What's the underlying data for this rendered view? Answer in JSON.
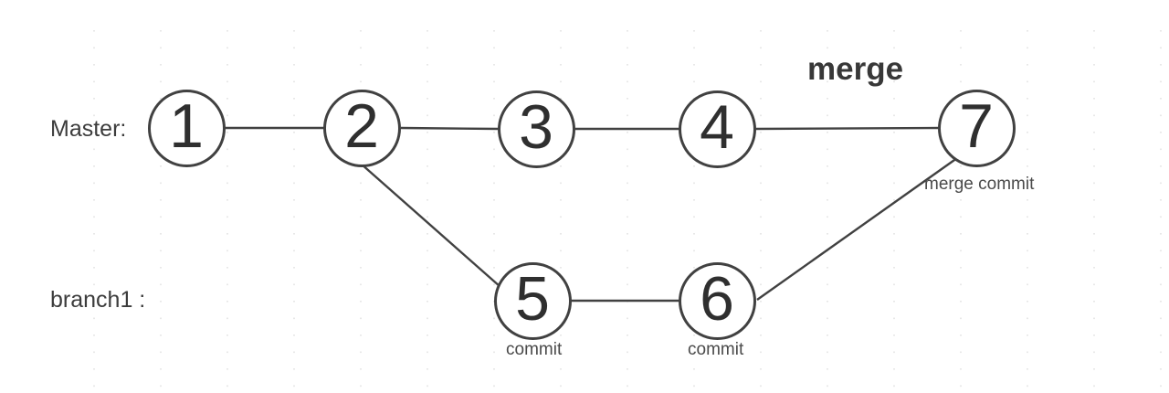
{
  "colors": {
    "background": "#ffffff",
    "stroke": "#414141",
    "node_number": "#2f2f2f",
    "label_text": "#3c3c3c",
    "small_label_text": "#4a4a4a",
    "grid_dots": "#dedede"
  },
  "branches": [
    {
      "label": "Master:",
      "row": "top"
    },
    {
      "label": "branch1 :",
      "row": "bottom"
    }
  ],
  "annotations": {
    "merge": "merge",
    "merge_commit": "merge commit",
    "commit_under_5": "commit",
    "commit_under_6": "commit"
  },
  "nodes": [
    {
      "id": "1",
      "label": "1",
      "branch": "Master"
    },
    {
      "id": "2",
      "label": "2",
      "branch": "Master"
    },
    {
      "id": "3",
      "label": "3",
      "branch": "Master"
    },
    {
      "id": "4",
      "label": "4",
      "branch": "Master"
    },
    {
      "id": "5",
      "label": "5",
      "branch": "branch1"
    },
    {
      "id": "6",
      "label": "6",
      "branch": "branch1"
    },
    {
      "id": "7",
      "label": "7",
      "branch": "Master"
    }
  ],
  "edges": [
    {
      "from": "1",
      "to": "2"
    },
    {
      "from": "2",
      "to": "3"
    },
    {
      "from": "3",
      "to": "4"
    },
    {
      "from": "4",
      "to": "7"
    },
    {
      "from": "2",
      "to": "5"
    },
    {
      "from": "5",
      "to": "6"
    },
    {
      "from": "6",
      "to": "7"
    }
  ]
}
